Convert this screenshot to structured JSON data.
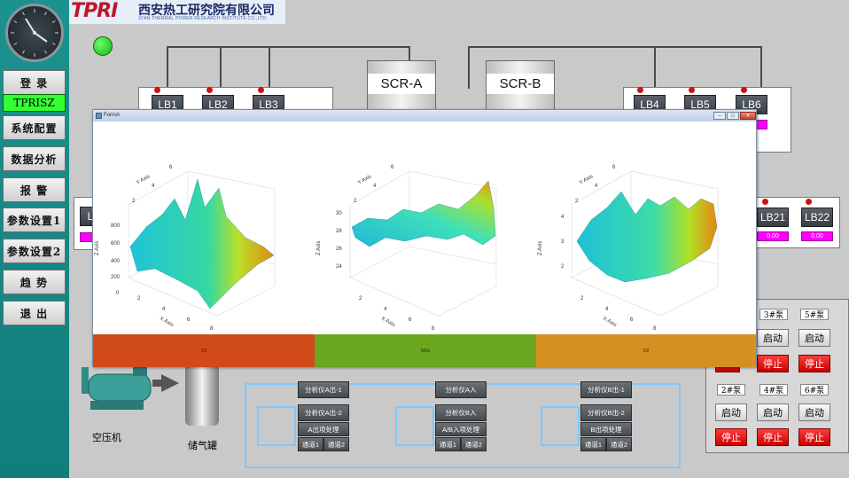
{
  "sidebar": {
    "login": "登  录",
    "user": "TPRISZ",
    "items": [
      "系统配置",
      "数据分析",
      "报  警",
      "参数设置1",
      "参数设置2",
      "趋  势",
      "退  出"
    ]
  },
  "header": {
    "logo_mark": "TPRI",
    "company_cn": "西安热工研究院有限公司",
    "company_en": "XI'AN THERMAL POWER RESEARCH INSTITUTE CO.,LTD."
  },
  "process": {
    "reactors": [
      "SCR-A",
      "SCR-B"
    ],
    "lb_left": [
      "LB1",
      "LB2",
      "LB3"
    ],
    "lb_right": [
      "LB4",
      "LB5",
      "LB6"
    ],
    "lb_mid_right": [
      "LB21",
      "LB22"
    ],
    "lb_mid_left_partial": "L",
    "lb_values": [
      "0.00",
      "0.00"
    ],
    "compressor": "空压机",
    "tank": "储气罐"
  },
  "analyzers": {
    "group_a": {
      "out1": "分析仪A出-1",
      "out2": "分析仪A出-2",
      "proc": "A出项处理",
      "ch1": "通道1",
      "ch2": "通道2"
    },
    "group_ab": {
      "in_a": "分析仪A入",
      "in_b": "分析仪B入",
      "proc": "A/B入项处理",
      "ch1": "通道1",
      "ch2": "通道2"
    },
    "group_b": {
      "out1": "分析仪B出-1",
      "out2": "分析仪B出-2",
      "proc": "B出项处理",
      "ch1": "通道1",
      "ch2": "通道2"
    }
  },
  "pumps": {
    "row1": [
      "3#泵",
      "5#泵"
    ],
    "row2": [
      "2#泵",
      "4#泵",
      "6#泵"
    ],
    "start": "启动",
    "stop": "停止"
  },
  "form": {
    "title": "FormA",
    "tabs": [
      {
        "label": "O2",
        "color": "#d14b1a"
      },
      {
        "label": "NOx",
        "color": "#6aa61e"
      },
      {
        "label": "O2",
        "color": "#d49020"
      }
    ]
  },
  "chart_data": [
    {
      "type": "surface",
      "xlabel": "X Axis",
      "ylabel": "Y Axis",
      "zlabel": "Z Axis",
      "x_ticks": [
        "2",
        "4",
        "6",
        "8"
      ],
      "y_ticks": [
        "2",
        "4",
        "6"
      ],
      "z_ticks": [
        "0",
        "200",
        "400",
        "600",
        "800"
      ]
    },
    {
      "type": "surface",
      "xlabel": "X Axis",
      "ylabel": "Y Axis",
      "zlabel": "Z Axis",
      "x_ticks": [
        "2",
        "4",
        "6",
        "8"
      ],
      "y_ticks": [
        "2",
        "4",
        "6"
      ],
      "z_ticks": [
        "24",
        "26",
        "28",
        "30"
      ]
    },
    {
      "type": "surface",
      "xlabel": "X Axis",
      "ylabel": "Y Axis",
      "zlabel": "Z Axis",
      "x_ticks": [
        "2",
        "4",
        "6",
        "8"
      ],
      "y_ticks": [
        "2",
        "4",
        "6"
      ],
      "z_ticks": [
        "2",
        "3",
        "4"
      ]
    }
  ]
}
